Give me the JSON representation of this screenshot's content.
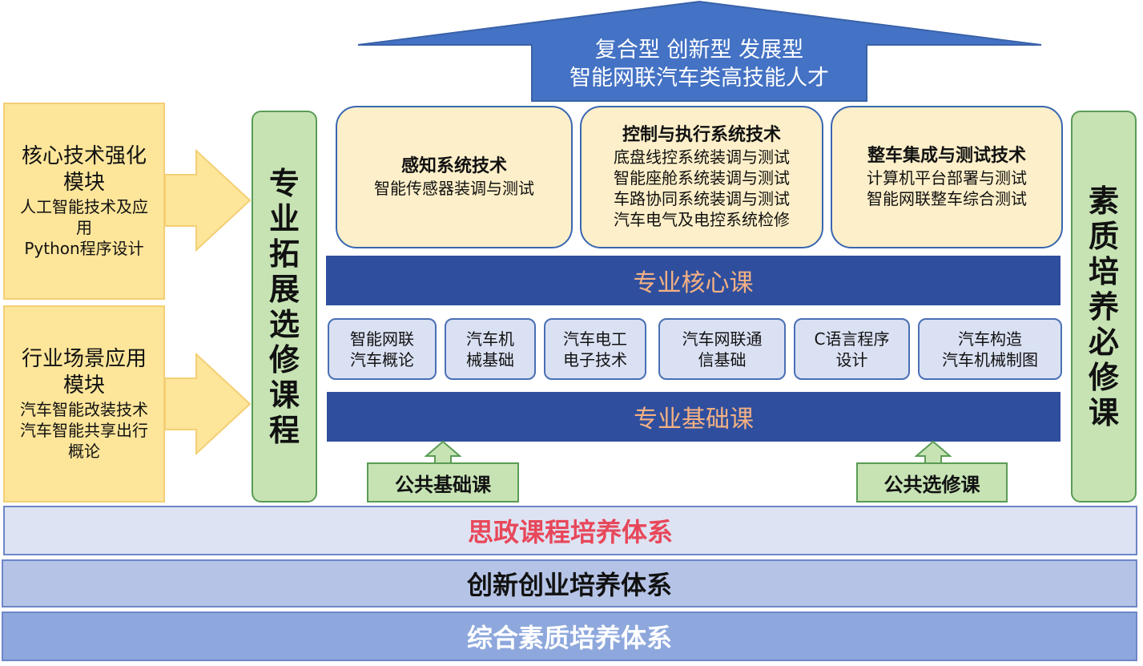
{
  "goal": {
    "line1": "复合型 创新型 发展型",
    "line2": "智能网联汽车类高技能人才"
  },
  "modules": [
    {
      "title_line1": "核心技术强化",
      "title_line2": "模块",
      "item_lines": [
        "人工智能技术及应",
        "用",
        "Python程序设计"
      ]
    },
    {
      "title_line1": "行业场景应用",
      "title_line2": "模块",
      "item_lines": [
        "汽车智能改装技术",
        "汽车智能共享出行",
        "概论"
      ]
    }
  ],
  "left_column_chars": [
    "专",
    "业",
    "拓",
    "展",
    "选",
    "修",
    "课",
    "程"
  ],
  "right_column_chars": [
    "素",
    "质",
    "培",
    "养",
    "必",
    "修",
    "课"
  ],
  "tech_cards": [
    {
      "title": "感知系统技术",
      "items": [
        "智能传感器装调与测试"
      ]
    },
    {
      "title": "控制与执行系统技术",
      "items": [
        "底盘线控系统装调与测试",
        "智能座舱系统装调与测试",
        "车路协同系统装调与测试",
        "汽车电气及电控系统检修"
      ]
    },
    {
      "title": "整车集成与测试技术",
      "items": [
        "计算机平台部署与测试",
        "智能网联整车综合测试"
      ]
    }
  ],
  "core_bar": "专业核心课",
  "basic_courses": [
    {
      "line1": "智能网联",
      "line2": "汽车概论"
    },
    {
      "line1": "汽车机",
      "line2": "械基础"
    },
    {
      "line1": "汽车电工",
      "line2": "电子技术"
    },
    {
      "line1": "汽车网联通",
      "line2": "信基础"
    },
    {
      "line1": "C语言程序",
      "line2": "设计"
    },
    {
      "line1": "汽车构造",
      "line2": "汽车机械制图"
    }
  ],
  "basic_bar": "专业基础课",
  "public_courses": [
    "公共基础课",
    "公共选修课"
  ],
  "layers": [
    {
      "label": "思政课程培养体系",
      "bg": "#dde3f3",
      "color": "#e8475a"
    },
    {
      "label": "创新创业培养体系",
      "bg": "#b5c4e6",
      "color": "#111111"
    },
    {
      "label": "综合素质培养体系",
      "bg": "#8ea8dd",
      "color": "#ffffff"
    }
  ],
  "colors": {
    "arrow_fill": "#4472c4",
    "navy": "#2f4f9e",
    "navy_text": "#f5b183",
    "module_fill": "#fde59a",
    "green_fill": "#c7e3b4",
    "card_fill": "#fdefc9"
  }
}
